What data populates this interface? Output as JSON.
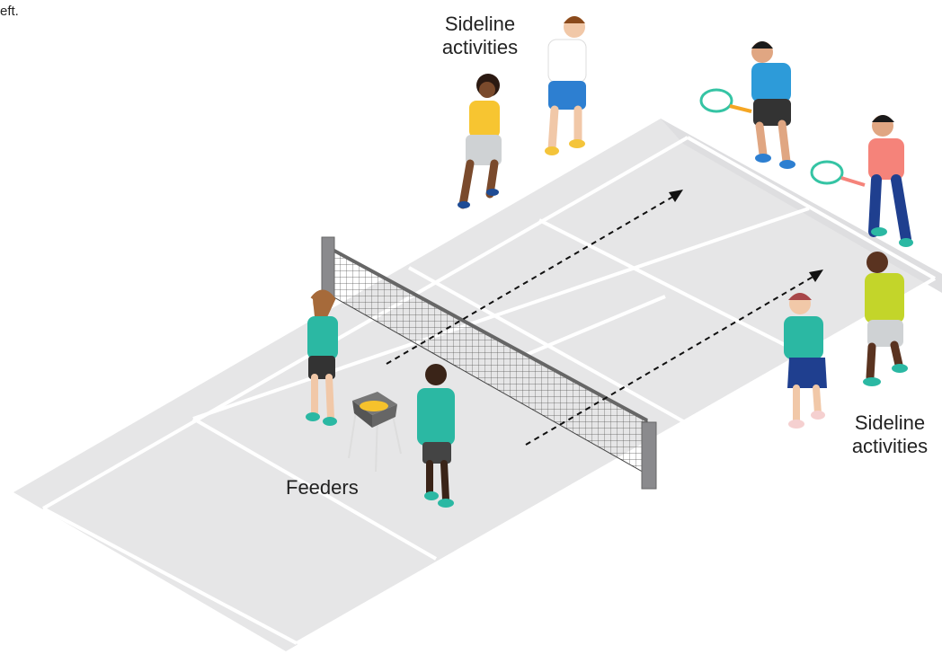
{
  "cut_text": "eft.",
  "labels": {
    "sideline_top": [
      "Sideline",
      "activities"
    ],
    "sideline_right": [
      "Sideline",
      "activities"
    ],
    "feeders": "Feeders"
  },
  "colors": {
    "court": "#e6e6e7",
    "court_line": "#ffffff",
    "net_post": "#8a8a8d",
    "arrow": "#111111",
    "teal_shirt": "#2bb8a3",
    "yellow_shirt": "#f7c531",
    "blue_shirt": "#2d9bd9",
    "pink_shirt": "#f5837a",
    "lime_shirt": "#c3d52a",
    "ball_yellow": "#f6c22c"
  }
}
